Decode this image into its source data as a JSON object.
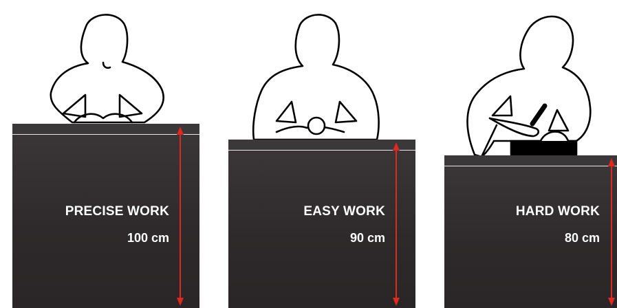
{
  "desks": [
    {
      "label": "PRECISE WORK",
      "height": "100 cm"
    },
    {
      "label": "EASY WORK",
      "height": "90 cm"
    },
    {
      "label": "HARD WORK",
      "height": "80 cm"
    }
  ],
  "colors": {
    "desk": "#332f30",
    "arrow": "#e0281f",
    "figure_outline": "#000000"
  }
}
